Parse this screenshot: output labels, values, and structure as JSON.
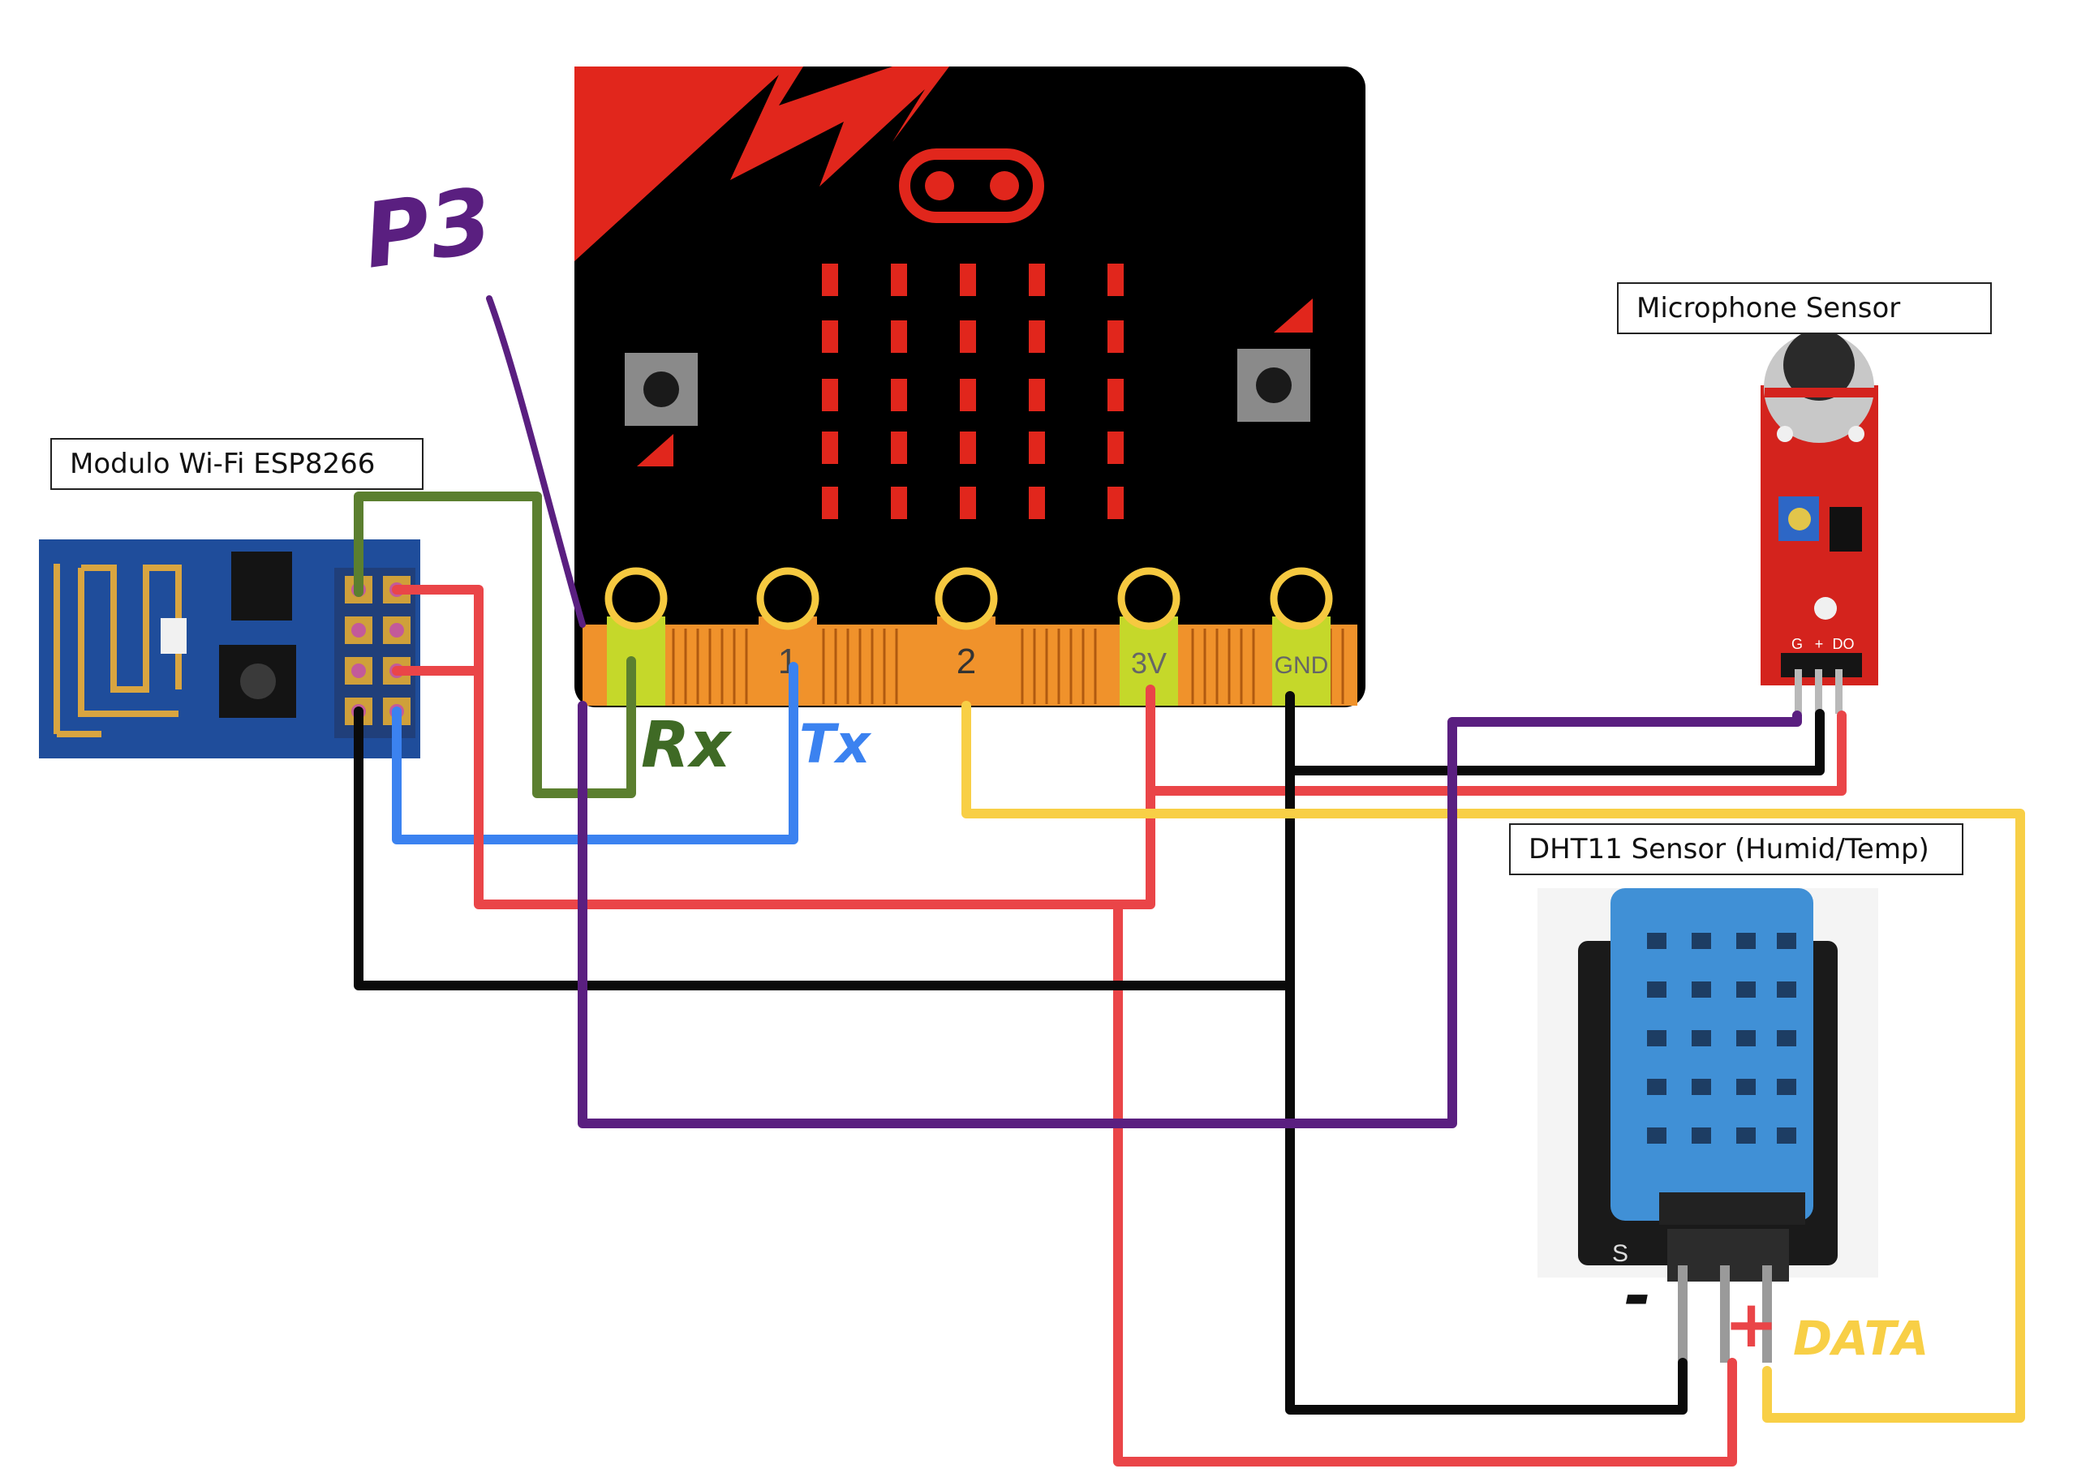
{
  "labels": {
    "esp": "Modulo Wi-Fi ESP8266",
    "mic": "Microphone Sensor",
    "dht": "DHT11 Sensor (Humid/Temp)"
  },
  "handwritten": {
    "p3": "P3",
    "rx": "Rx",
    "tx": "Tx",
    "data": "DATA",
    "minus": "-",
    "plus": "+"
  },
  "microbit": {
    "pin_1": "1",
    "pin_2": "2",
    "pin_3v": "3V",
    "pin_gnd": "GND"
  },
  "silkscreen": {
    "mic_pins": [
      "G",
      "+",
      "DO"
    ],
    "dht_s": "S"
  },
  "colors": {
    "wire_green": "#5b7f2f",
    "wire_red": "#ea4548",
    "wire_blue": "#3b82f0",
    "wire_black": "#0a0a0a",
    "wire_purple": "#5a1f80",
    "wire_yellow": "#f8cf46",
    "microbit_body": "#000000",
    "microbit_accent": "#e1261c",
    "edge_connector": "#f0922b",
    "pad_active": "#c5d82a",
    "esp_board": "#1f4d9b",
    "dht_housing": "#4090d6",
    "mic_board": "#d4231d"
  }
}
